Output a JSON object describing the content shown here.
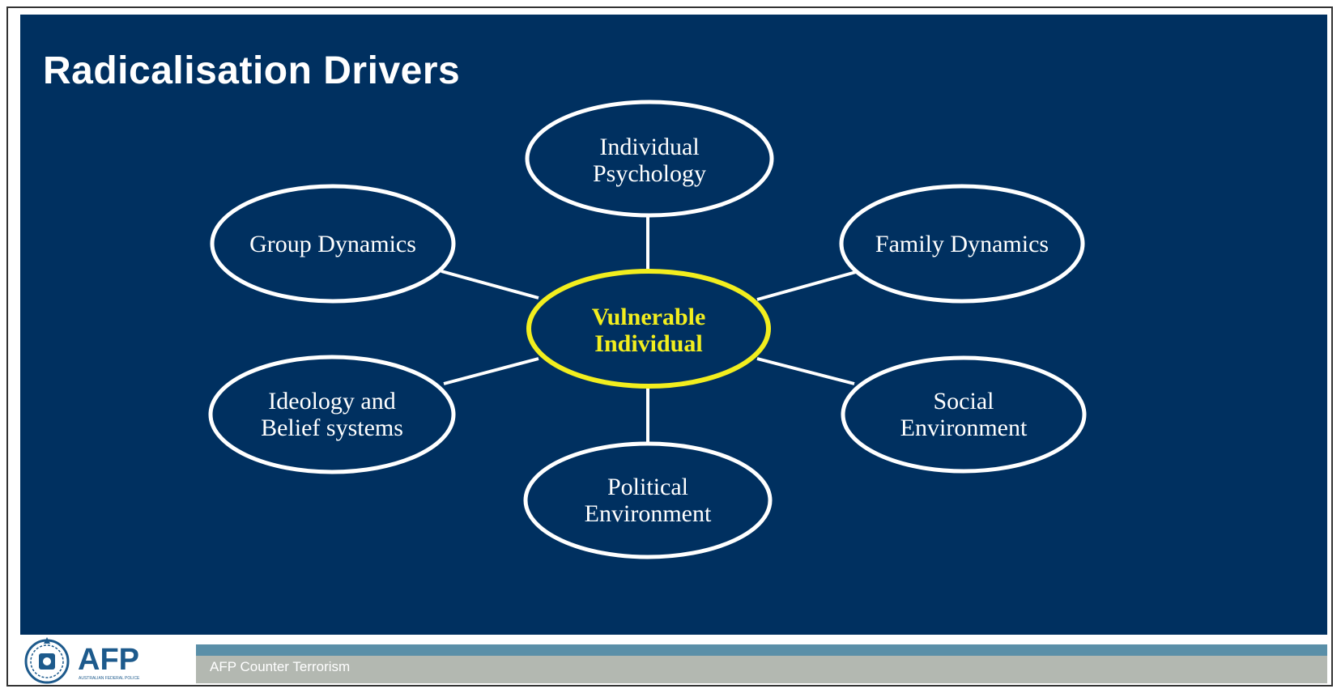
{
  "slide": {
    "title": "Radicalisation Drivers"
  },
  "diagram": {
    "center": {
      "line1": "Vulnerable",
      "line2": "Individual"
    },
    "nodes": [
      {
        "id": "individual-psychology",
        "lines": [
          "Individual",
          "Psychology"
        ]
      },
      {
        "id": "family-dynamics",
        "lines": [
          "Family Dynamics"
        ]
      },
      {
        "id": "social-environment",
        "lines": [
          "Social",
          "Environment"
        ]
      },
      {
        "id": "political-environment",
        "lines": [
          "Political",
          "Environment"
        ]
      },
      {
        "id": "ideology-belief",
        "lines": [
          "Ideology and",
          "Belief systems"
        ]
      },
      {
        "id": "group-dynamics",
        "lines": [
          "Group Dynamics"
        ]
      }
    ],
    "colors": {
      "background": "#003060",
      "outline": "#ffffff",
      "center_outline": "#f2ee1e",
      "center_text": "#f2ee1e"
    }
  },
  "footer": {
    "logo_text": "AFP",
    "logo_subtext": "AUSTRALIAN FEDERAL POLICE",
    "logo_icon": "crest-icon",
    "banner_text": "AFP Counter Terrorism"
  }
}
